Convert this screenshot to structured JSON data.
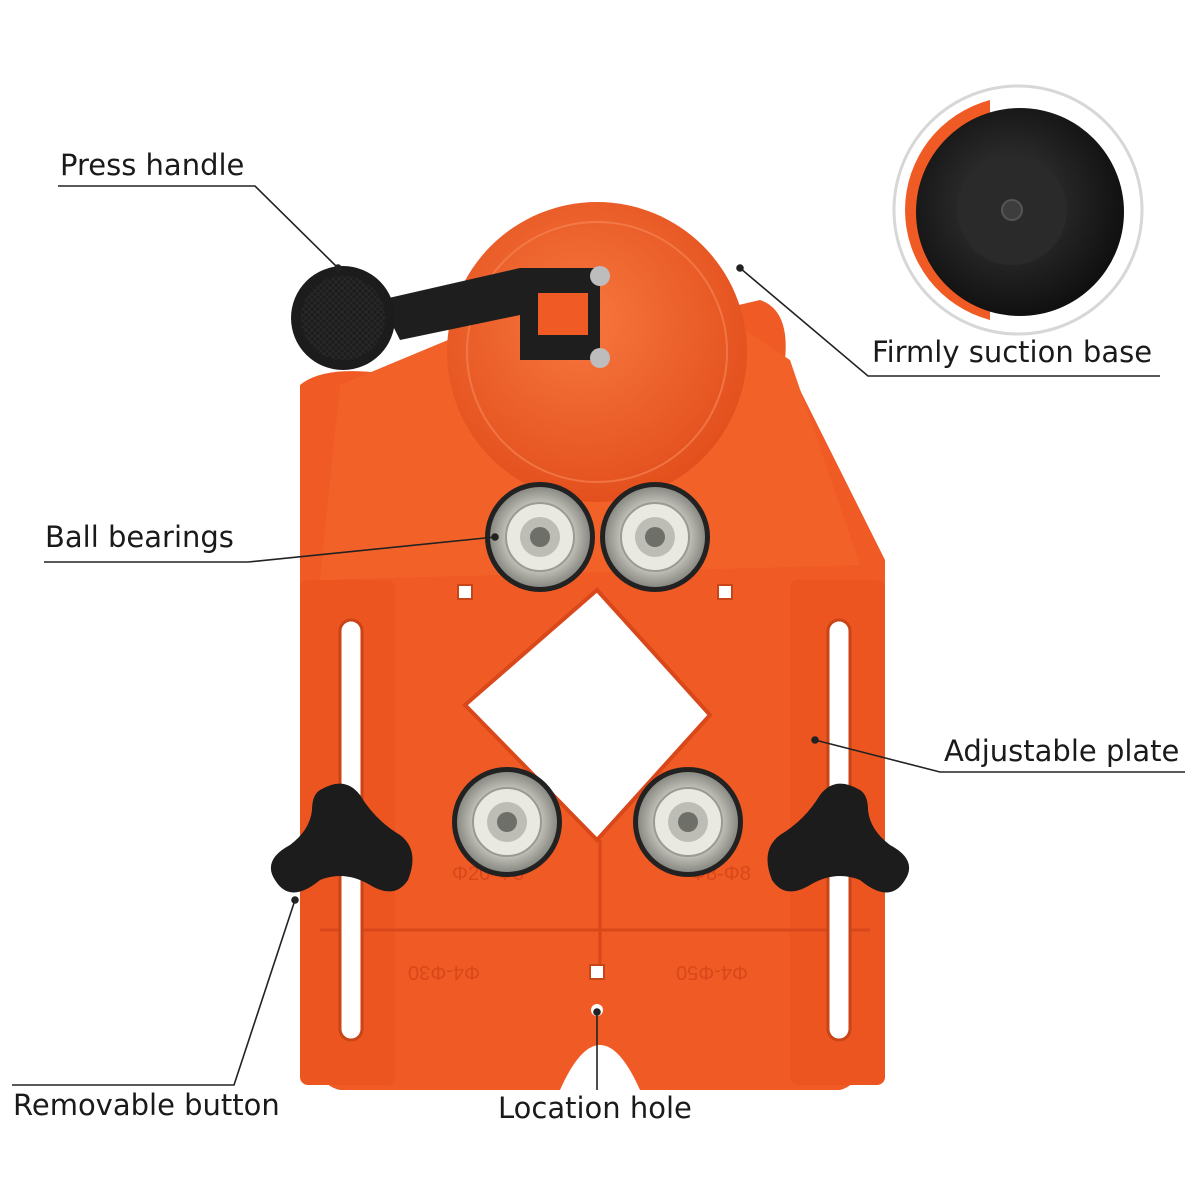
{
  "labels": {
    "press_handle": "Press handle",
    "suction_base": "Firmly suction base",
    "ball_bearings": "Ball bearings",
    "adjustable_plate": "Adjustable plate",
    "removable_button": "Removable button",
    "location_hole": "Location hole"
  },
  "plate_markings": {
    "left_upper": "Φ20-Φ8",
    "right_upper": "Φ8-Φ8",
    "left_lower": "Φ4-Φ30",
    "right_lower": "Φ4-Φ50"
  },
  "colors": {
    "plate": "#f05a24",
    "plate_dark": "#d9481a",
    "plate_light": "#f77a45",
    "rubber": "#1c1c1c",
    "bearing": "#d8d8d0",
    "line": "#222222"
  },
  "icons": [
    "press-handle-icon",
    "suction-cup-icon",
    "ball-bearing-icon",
    "knob-icon"
  ]
}
